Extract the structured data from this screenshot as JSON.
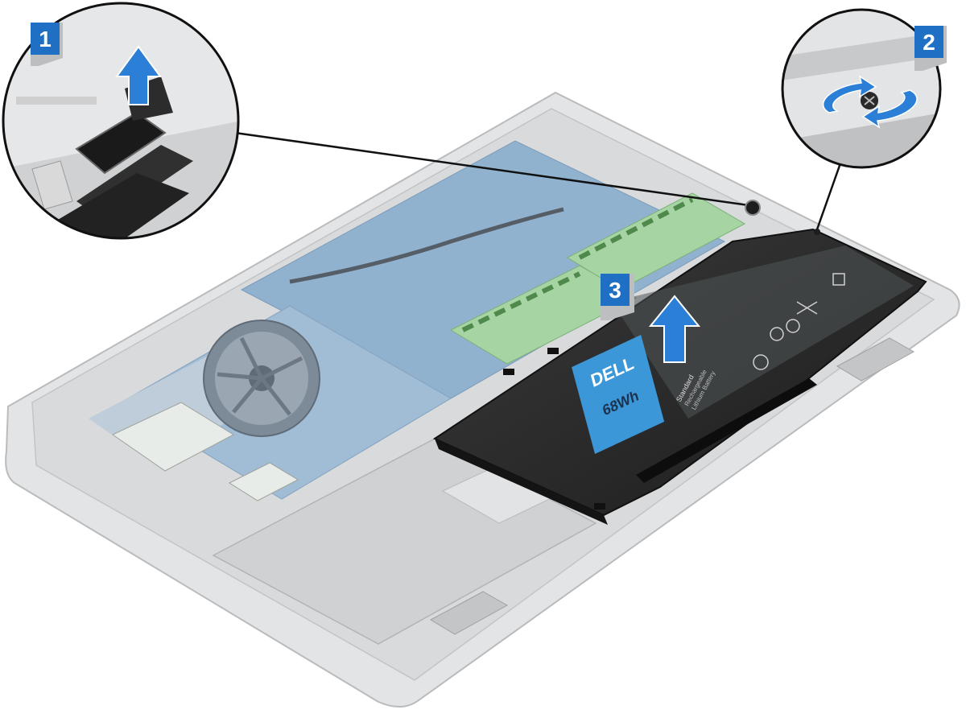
{
  "steps": [
    {
      "number": "1"
    },
    {
      "number": "2"
    },
    {
      "number": "3"
    }
  ],
  "battery": {
    "brand": "DELL",
    "capacity": "68Wh",
    "type_line1": "Standard",
    "type_line2": "Rechargeable",
    "type_line3": "Lithium Battery"
  },
  "colors": {
    "badge": "#1f6fc4",
    "arrow": "#2b7fd6",
    "battery_body": "#2a2a2a",
    "battery_label": "#3c97d8",
    "chassis": "#d4d6d8",
    "board": "#6a9bc7",
    "ram": "#a9d6a8"
  },
  "icons": [
    "up-arrow-icon",
    "rotate-screw-icon"
  ]
}
